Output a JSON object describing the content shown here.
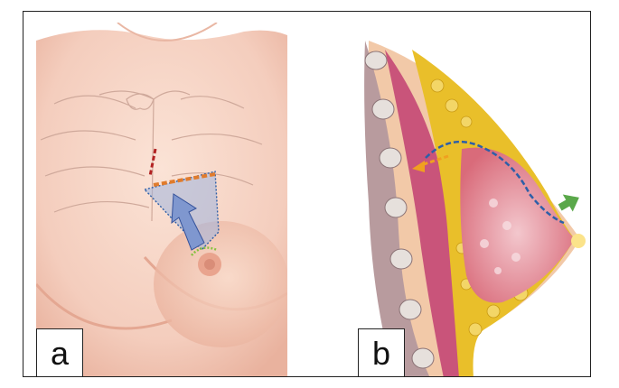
{
  "panels": [
    {
      "label": "a",
      "content": "chest-incision-illustration"
    },
    {
      "label": "b",
      "content": "breast-cross-section-illustration"
    }
  ],
  "colors": {
    "skin": "#f6d2c2",
    "skin_shadow": "#eebaa6",
    "muscle": "#c9547a",
    "fat": "#e9bf2a",
    "gland": "#e9a6b1",
    "incision_red": "#b22222",
    "incision_orange": "#e07b2c",
    "marker_green": "#86c240",
    "dissection_blue": "#2d5fa8",
    "arrow_blue": "#7f97cf"
  },
  "icons": [
    "up-left-arrow-icon",
    "green-arrow-icon",
    "orange-arrow-icon"
  ]
}
